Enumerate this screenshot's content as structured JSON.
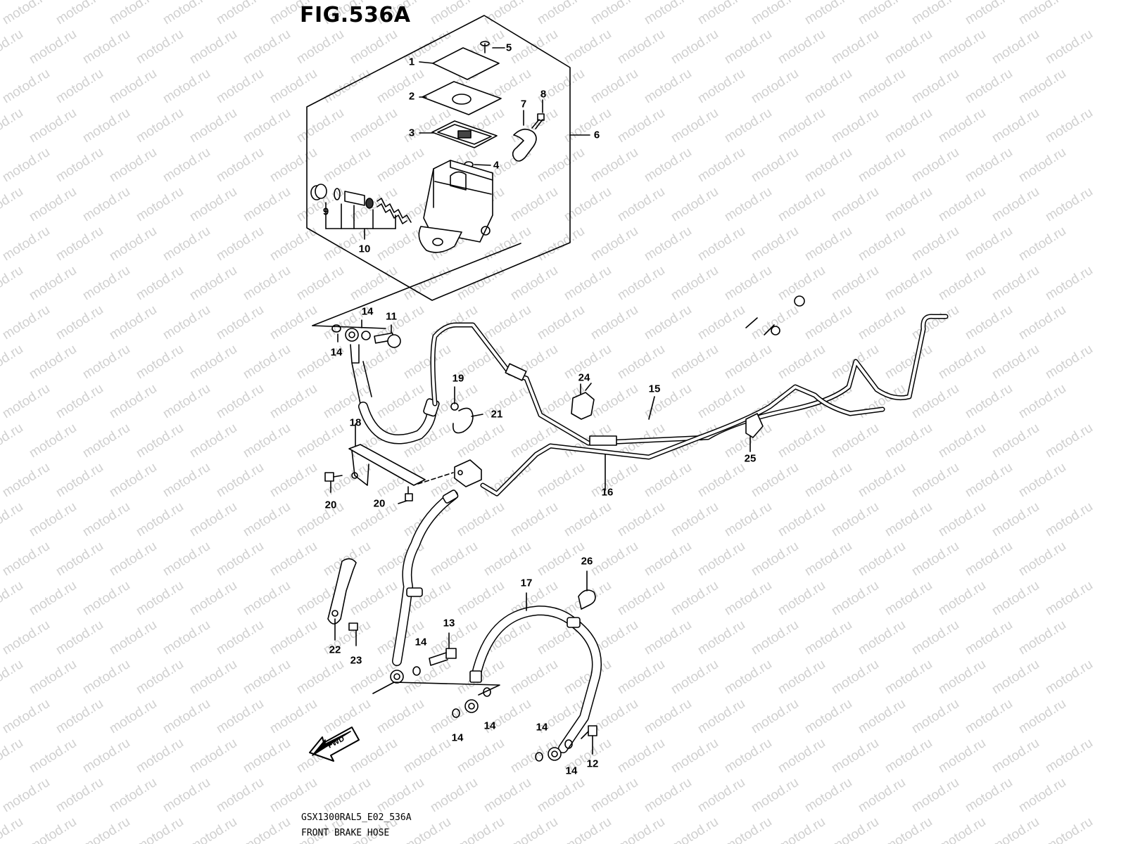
{
  "figure": {
    "title": "FIG.536A",
    "model_code": "GSX1300RAL5_E02_536A",
    "caption": "FRONT BRAKE HOSE",
    "watermark": "motod.ru",
    "direction_label": "FWD"
  },
  "callouts": [
    "1",
    "2",
    "3",
    "4",
    "5",
    "6",
    "7",
    "8",
    "9",
    "10",
    "11",
    "14",
    "14",
    "15",
    "16",
    "17",
    "18",
    "19",
    "20",
    "20",
    "21",
    "22",
    "23",
    "24",
    "25",
    "26",
    "13",
    "14",
    "14",
    "14",
    "14",
    "14",
    "12"
  ]
}
